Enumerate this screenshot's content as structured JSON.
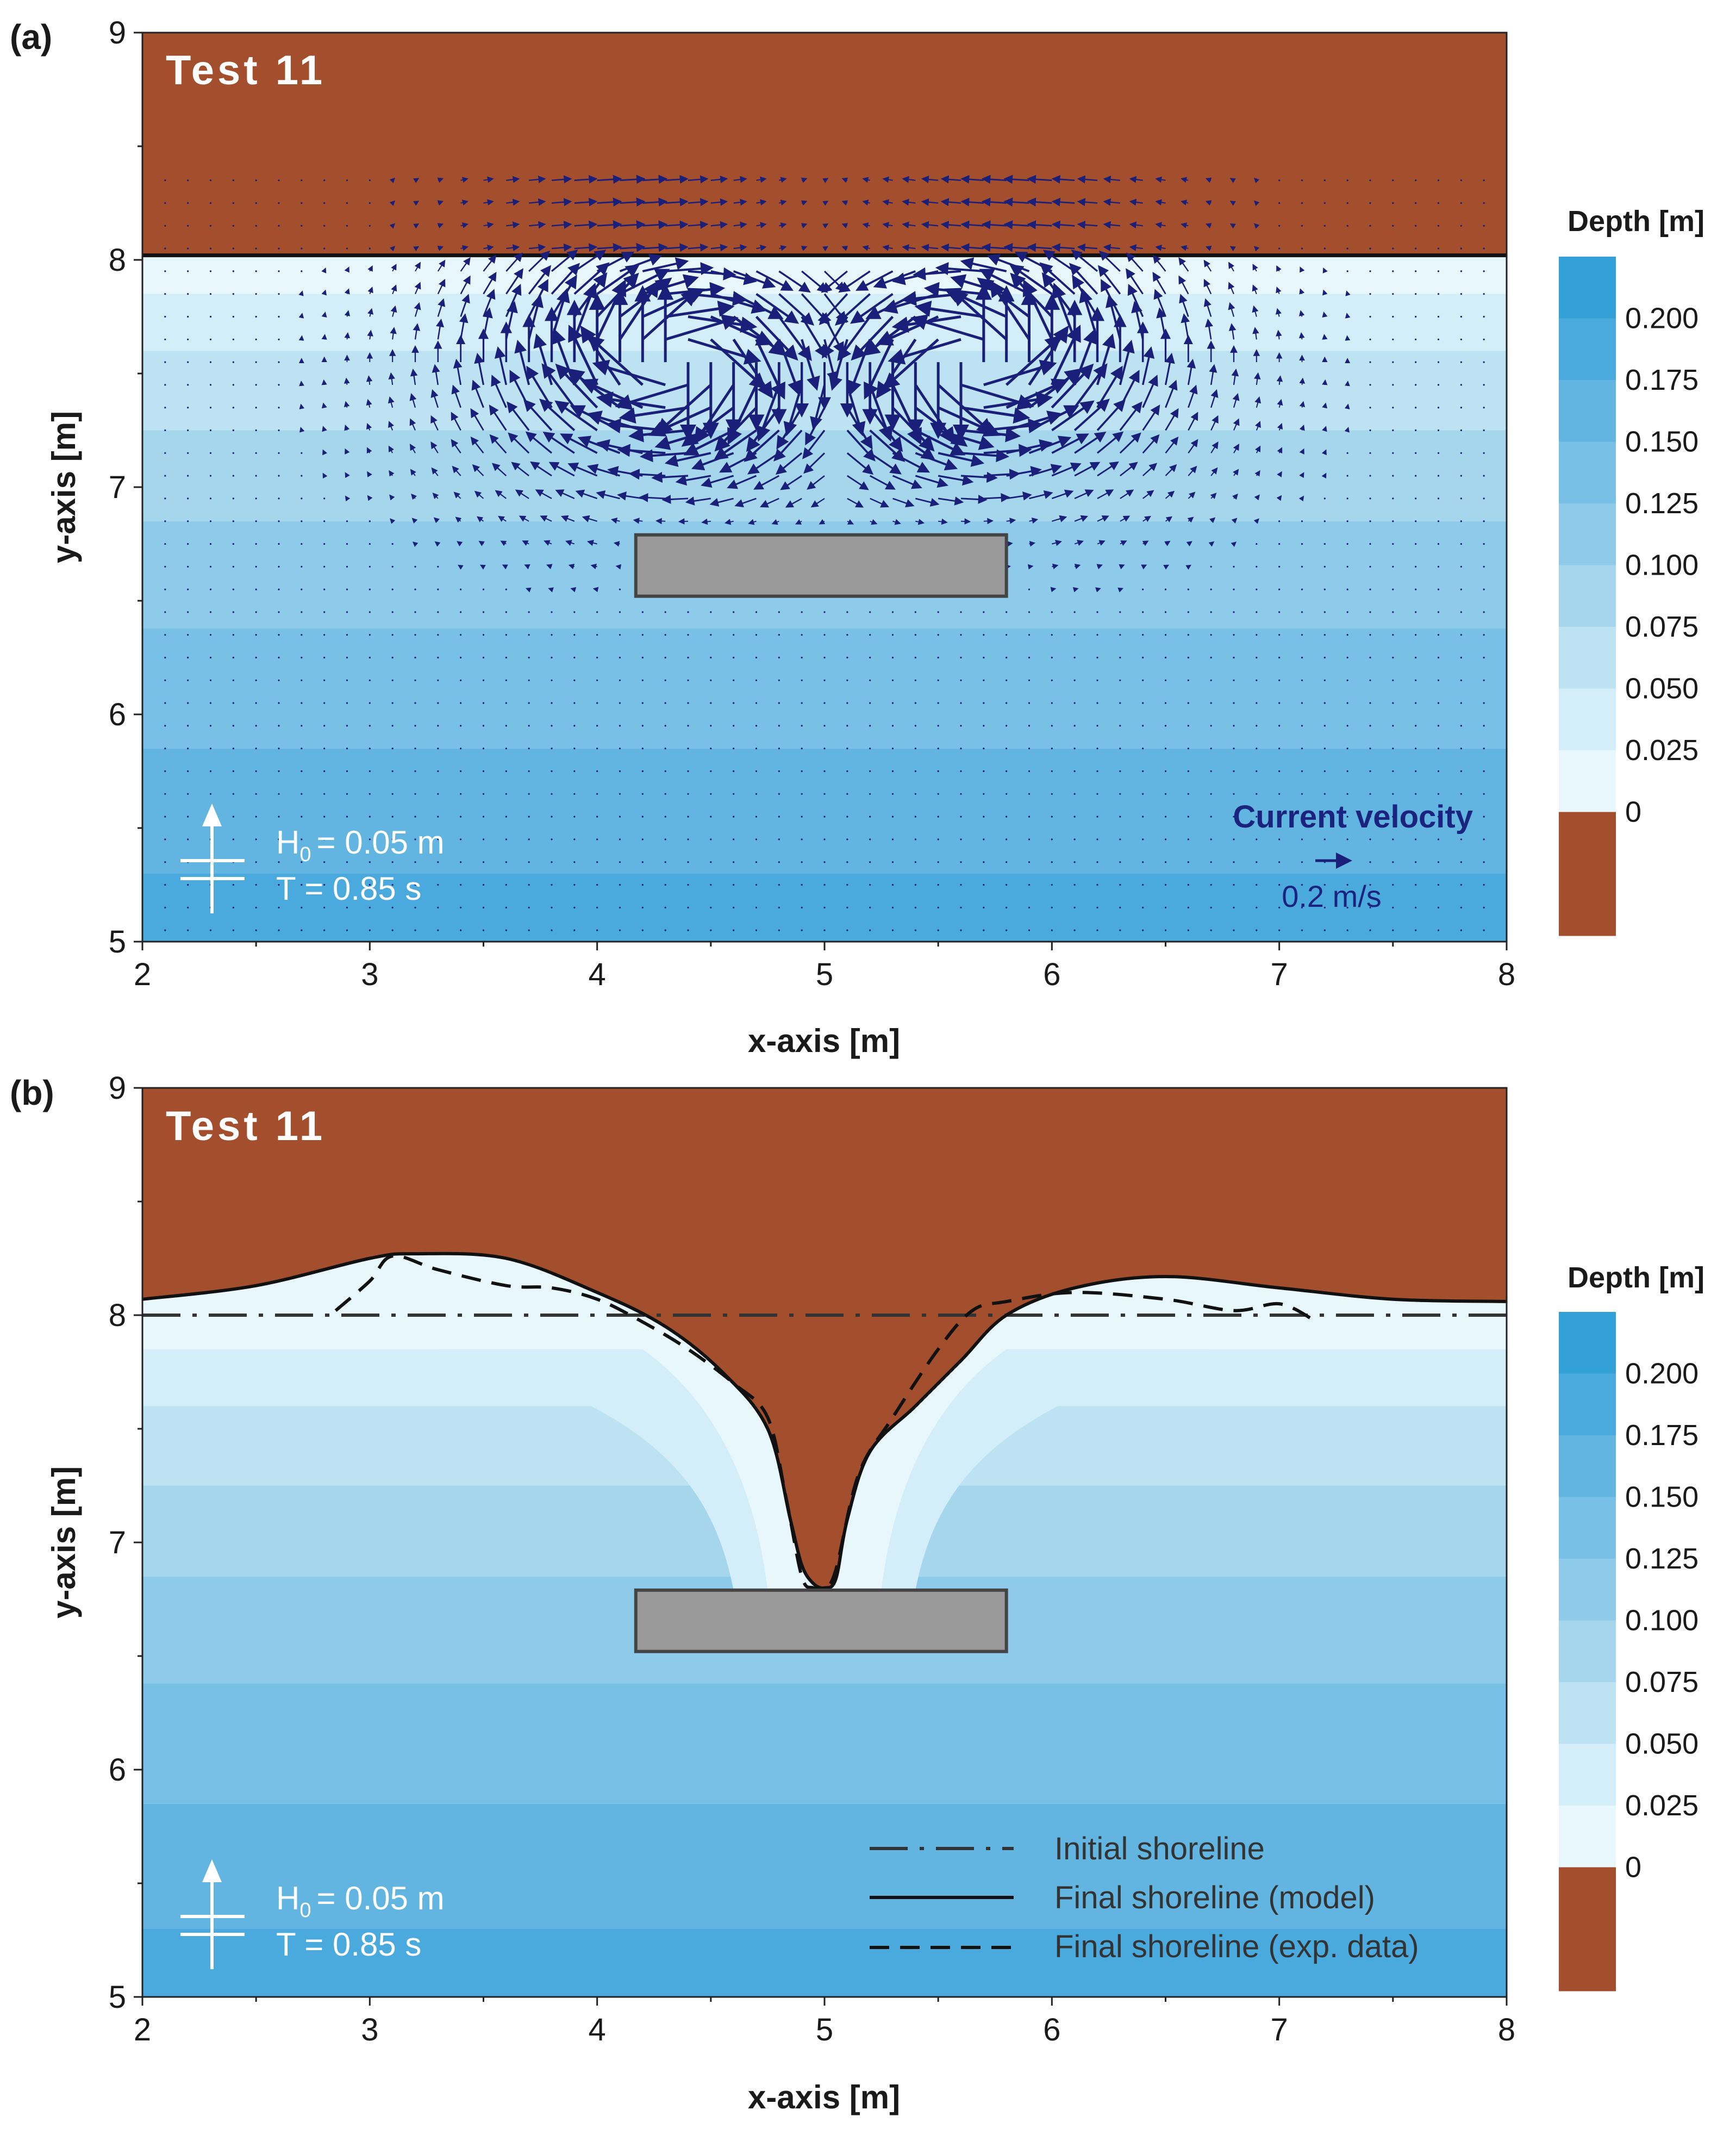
{
  "figure": {
    "colors": {
      "land": "#a34e2d",
      "structure": "#999999",
      "arrow": "#1a1f7a",
      "depth_bands": [
        "#e8f7fc",
        "#d3eef8",
        "#bde3f2",
        "#a6d6ec",
        "#8ecbea",
        "#78c0e5",
        "#62b5e1",
        "#4aaadd",
        "#33a0d8",
        "#1f97d3"
      ]
    },
    "panels": [
      {
        "id": "a",
        "panel_label": "(a)",
        "test_label": "Test 11",
        "wave": {
          "h0_prefix": "H",
          "h0_sub": "0",
          "h0_text": "= 0.05 m",
          "t_text": "T = 0.85 s"
        },
        "velocity": {
          "title": "Current velocity",
          "scale_label": "0.2 m/s"
        },
        "colorbar": {
          "title": "Depth [m]",
          "ticks": [
            "0.200",
            "0.175",
            "0.150",
            "0.125",
            "0.100",
            "0.075",
            "0.050",
            "0.025",
            "0"
          ]
        }
      },
      {
        "id": "b",
        "panel_label": "(b)",
        "test_label": "Test 11",
        "wave": {
          "h0_prefix": "H",
          "h0_sub": "0",
          "h0_text": "= 0.05 m",
          "t_text": "T = 0.85 s"
        },
        "legend": [
          "Initial shoreline",
          "Final shoreline (model)",
          "Final shoreline (exp. data)"
        ],
        "colorbar": {
          "title": "Depth [m]",
          "ticks": [
            "0.200",
            "0.175",
            "0.150",
            "0.125",
            "0.100",
            "0.075",
            "0.050",
            "0.025",
            "0"
          ]
        }
      }
    ]
  },
  "chart_data": [
    {
      "type": "heatmap",
      "panel": "(a)",
      "title": "Test 11",
      "xlabel": "x-axis [m]",
      "ylabel": "y-axis [m]",
      "xlim": [
        2,
        8
      ],
      "ylim": [
        5,
        9
      ],
      "xticks": [
        2,
        3,
        4,
        5,
        6,
        7,
        8
      ],
      "yticks": [
        5,
        6,
        7,
        8,
        9
      ],
      "colorbar": {
        "label": "Depth [m]",
        "levels": [
          0,
          0.025,
          0.05,
          0.075,
          0.1,
          0.125,
          0.15,
          0.175,
          0.2
        ]
      },
      "shoreline_y": 8.02,
      "depth_band_boundaries_y": [
        7.85,
        7.6,
        7.25,
        6.85,
        6.38,
        5.85,
        5.3
      ],
      "structure": {
        "x": [
          4.17,
          5.8
        ],
        "y": [
          6.52,
          6.79
        ]
      },
      "velocity_scale": {
        "label": "0.2 m/s",
        "value": 0.2
      },
      "grid": false
    },
    {
      "type": "heatmap",
      "panel": "(b)",
      "title": "Test 11",
      "xlabel": "x-axis [m]",
      "ylabel": "y-axis [m]",
      "xlim": [
        2,
        8
      ],
      "ylim": [
        5,
        9
      ],
      "xticks": [
        2,
        3,
        4,
        5,
        6,
        7,
        8
      ],
      "yticks": [
        5,
        6,
        7,
        8,
        9
      ],
      "colorbar": {
        "label": "Depth [m]",
        "levels": [
          0,
          0.025,
          0.05,
          0.075,
          0.1,
          0.125,
          0.15,
          0.175,
          0.2
        ]
      },
      "structure": {
        "x": [
          4.17,
          5.8
        ],
        "y": [
          6.52,
          6.79
        ]
      },
      "series": [
        {
          "name": "Initial shoreline",
          "style": "dash-dot",
          "x": [
            2,
            8
          ],
          "y": [
            8.0,
            8.0
          ]
        },
        {
          "name": "Final shoreline (model)",
          "style": "solid",
          "x": [
            2.0,
            2.5,
            3.0,
            3.2,
            3.6,
            4.0,
            4.3,
            4.55,
            4.75,
            4.85,
            4.9,
            4.95,
            5.0,
            5.05,
            5.1,
            5.2,
            5.4,
            5.6,
            5.8,
            6.1,
            6.5,
            7.0,
            7.5,
            8.0
          ],
          "y": [
            8.07,
            8.13,
            8.25,
            8.27,
            8.25,
            8.1,
            7.95,
            7.75,
            7.5,
            7.1,
            6.9,
            6.82,
            6.8,
            6.84,
            7.1,
            7.4,
            7.6,
            7.8,
            8.0,
            8.12,
            8.17,
            8.12,
            8.07,
            8.06
          ]
        },
        {
          "name": "Final shoreline (exp. data)",
          "style": "dashed",
          "x": [
            2.85,
            3.0,
            3.1,
            3.3,
            3.6,
            3.8,
            4.0,
            4.2,
            4.4,
            4.6,
            4.75,
            4.83,
            4.9,
            4.95,
            5.0,
            5.05,
            5.15,
            5.3,
            5.5,
            5.65,
            5.8,
            6.1,
            6.5,
            6.8,
            7.0,
            7.15
          ],
          "y": [
            8.02,
            8.15,
            8.26,
            8.2,
            8.13,
            8.12,
            8.07,
            7.97,
            7.85,
            7.7,
            7.55,
            7.2,
            6.85,
            6.8,
            6.8,
            6.88,
            7.3,
            7.55,
            7.85,
            8.02,
            8.06,
            8.1,
            8.07,
            8.02,
            8.05,
            7.98
          ]
        }
      ],
      "legend": "bottom-right",
      "grid": false
    }
  ]
}
